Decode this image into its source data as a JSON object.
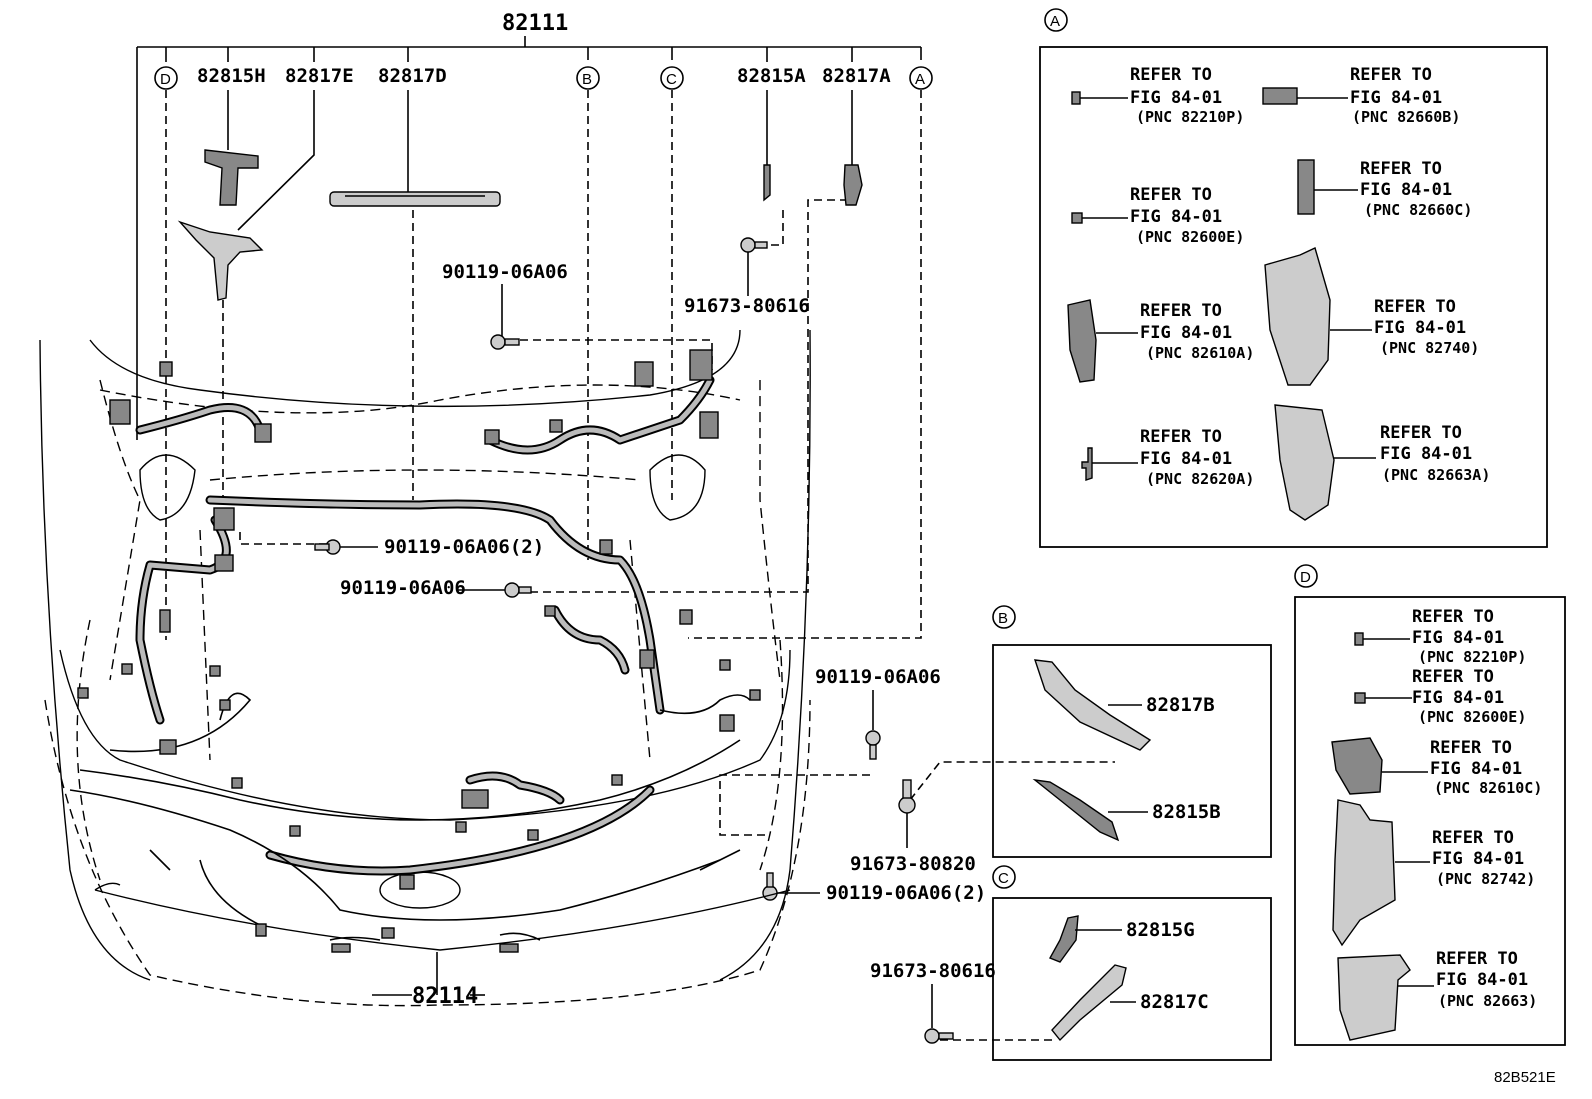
{
  "figure_code": "82B521E",
  "main": {
    "top_part": "82111",
    "bottom_part": "82114",
    "top_row": [
      "82815H",
      "82817E",
      "82817D",
      "82815A",
      "82817A"
    ],
    "circle_labels": {
      "d": "D",
      "b": "B",
      "c": "C",
      "a": "A"
    },
    "bolts": {
      "b1": "90119-06A06",
      "b2": "91673-80616",
      "b3": "90119-06A06(2)",
      "b4": "90119-06A06",
      "b5": "90119-06A06",
      "b6": "91673-80820",
      "b7": "90119-06A06(2)",
      "b8": "91673-80616"
    }
  },
  "refer_to": "REFER TO",
  "fig": "FIG 84-01",
  "panel_a": {
    "label": "A",
    "items": [
      {
        "pnc": "(PNC 82210P)"
      },
      {
        "pnc": "(PNC 82660B)"
      },
      {
        "pnc": "(PNC 82600E)"
      },
      {
        "pnc": "(PNC 82660C)"
      },
      {
        "pnc": "(PNC 82610A)"
      },
      {
        "pnc": "(PNC 82740)"
      },
      {
        "pnc": "(PNC 82620A)"
      },
      {
        "pnc": "(PNC 82663A)"
      }
    ]
  },
  "panel_b": {
    "label": "B",
    "parts": [
      "82817B",
      "82815B"
    ]
  },
  "panel_c": {
    "label": "C",
    "parts": [
      "82815G",
      "82817C"
    ]
  },
  "panel_d": {
    "label": "D",
    "items": [
      {
        "pnc": "(PNC 82210P)"
      },
      {
        "pnc": "(PNC 82600E)"
      },
      {
        "pnc": "(PNC 82610C)"
      },
      {
        "pnc": "(PNC 82742)"
      },
      {
        "pnc": "(PNC 82663)"
      }
    ]
  }
}
